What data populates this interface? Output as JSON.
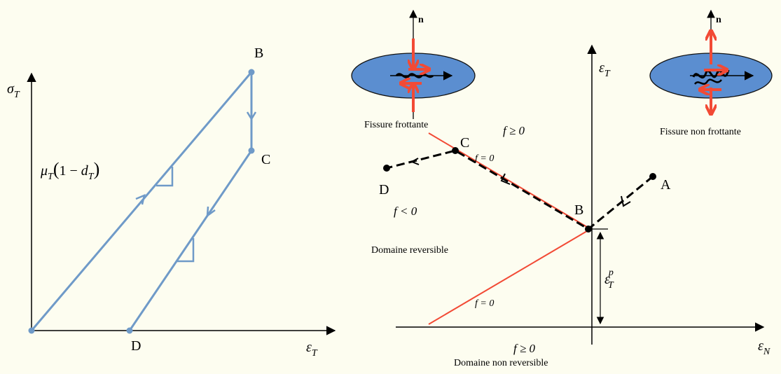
{
  "colors": {
    "background": "#fdfdf0",
    "curve": "#6f9ac8",
    "criterion_line": "#f24a35",
    "ellipse_fill": "#5b8ed0",
    "arrow_red": "#f24a35",
    "path_dashed": "#000000"
  },
  "left_plot": {
    "y_axis_label": "σ",
    "y_axis_sub": "T",
    "x_axis_label": "ε",
    "x_axis_sub": "T",
    "point_B": "B",
    "point_C": "C",
    "point_D": "D",
    "slope_mu": "μ",
    "slope_mu_sub": "T",
    "slope_paren_open": "(",
    "slope_one_minus": "1 − ",
    "slope_d": "d",
    "slope_d_sub": "T",
    "slope_paren_close": ")"
  },
  "right_plot": {
    "y_axis_label": "ε",
    "y_axis_sub": "T",
    "x_axis_label": "ε",
    "x_axis_sub": "N",
    "point_A": "A",
    "point_B": "B",
    "point_C": "C",
    "point_D": "D",
    "plastic_strain": "ε",
    "plastic_strain_sub": "T",
    "plastic_strain_sup": "p",
    "f_geq_top": "f ≥ 0",
    "f_eq_upper": "f = 0",
    "f_lt": "f < 0",
    "f_eq_lower": "f = 0",
    "f_geq_bottom": "f ≥ 0",
    "domaine_reversible": "Domaine reversible",
    "domaine_non_reversible": "Domaine non reversible",
    "fissure_frottante": "Fissure frottante",
    "fissure_non_frottante": "Fissure non frottante",
    "normal_left": "n",
    "normal_right": "n"
  }
}
